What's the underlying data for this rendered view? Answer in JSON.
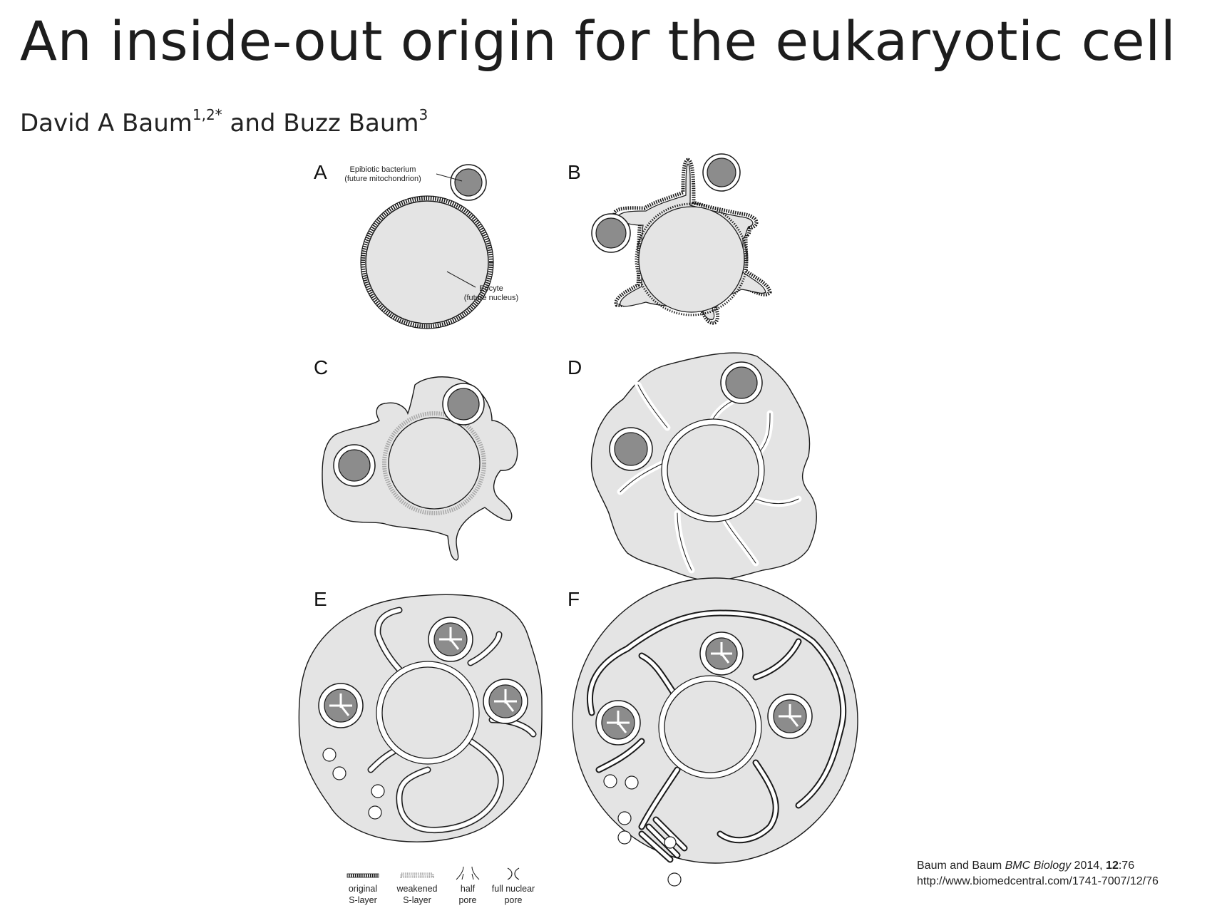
{
  "paper": {
    "title": "An inside-out origin for the eukaryotic cell",
    "authors": {
      "author1": "David A Baum",
      "author1_sup": "1,2*",
      "joiner": " and ",
      "author2": "Buzz Baum",
      "author2_sup": "3"
    }
  },
  "figure": {
    "panels": [
      {
        "letter": "A"
      },
      {
        "letter": "B"
      },
      {
        "letter": "C"
      },
      {
        "letter": "D"
      },
      {
        "letter": "E"
      },
      {
        "letter": "F"
      }
    ],
    "annotations": {
      "epibiotic_line1": "Epibiotic bacterium",
      "epibiotic_line2": "(future mitochondrion)",
      "eocyte_line1": "Eocyte",
      "eocyte_line2": "(future nucleus)"
    },
    "legend": [
      {
        "line1": "original",
        "line2": "S-layer",
        "symbol": "original-s-layer-symbol"
      },
      {
        "line1": "weakened",
        "line2": "S-layer",
        "symbol": "weakened-s-layer-symbol"
      },
      {
        "line1": "half",
        "line2": "pore",
        "symbol": "half-pore-symbol"
      },
      {
        "line1": "full nuclear",
        "line2": "pore",
        "symbol": "full-nuclear-pore-symbol"
      }
    ],
    "colors": {
      "cytoplasm": "#e4e4e4",
      "mitochondrion": "#8c8c8c",
      "outline": "#1a1a1a",
      "weakened_layer": "#a9a9a9"
    }
  },
  "citation": {
    "authors": "Baum and Baum ",
    "journal": "BMC Biology",
    "year": " 2014, ",
    "volume": "12",
    "article": ":76",
    "url": "http://www.biomedcentral.com/1741-7007/12/76"
  }
}
